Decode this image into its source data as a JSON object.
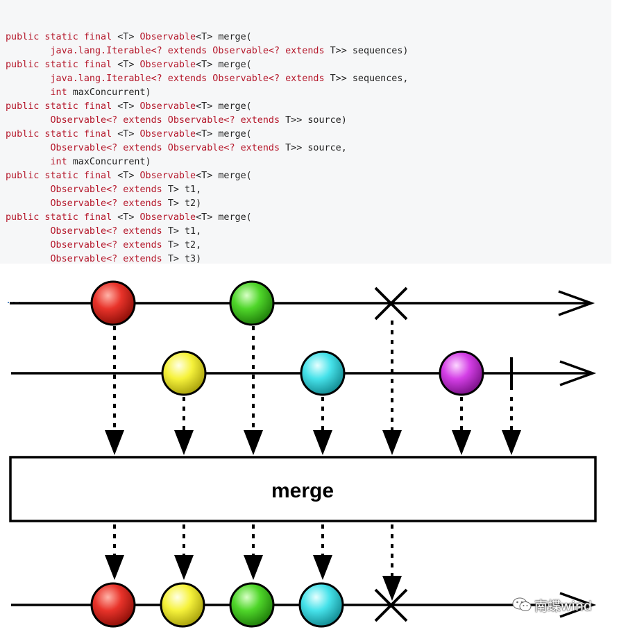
{
  "code": {
    "lines": [
      [
        {
          "k": "kw",
          "t": "public static final "
        },
        {
          "k": "tx",
          "t": "<T> "
        },
        {
          "k": "kw",
          "t": "Observable"
        },
        {
          "k": "tx",
          "t": "<T> merge("
        }
      ],
      [
        {
          "k": "tx",
          "t": "        "
        },
        {
          "k": "kw",
          "t": "java.lang.Iterable<? extends Observable<? extends "
        },
        {
          "k": "tx",
          "t": "T>> sequences)"
        }
      ],
      [
        {
          "k": "kw",
          "t": "public static final "
        },
        {
          "k": "tx",
          "t": "<T> "
        },
        {
          "k": "kw",
          "t": "Observable"
        },
        {
          "k": "tx",
          "t": "<T> merge("
        }
      ],
      [
        {
          "k": "tx",
          "t": "        "
        },
        {
          "k": "kw",
          "t": "java.lang.Iterable<? extends Observable<? extends "
        },
        {
          "k": "tx",
          "t": "T>> sequences,"
        }
      ],
      [
        {
          "k": "tx",
          "t": "        "
        },
        {
          "k": "kw",
          "t": "int "
        },
        {
          "k": "tx",
          "t": "maxConcurrent)"
        }
      ],
      [
        {
          "k": "kw",
          "t": "public static final "
        },
        {
          "k": "tx",
          "t": "<T> "
        },
        {
          "k": "kw",
          "t": "Observable"
        },
        {
          "k": "tx",
          "t": "<T> merge("
        }
      ],
      [
        {
          "k": "tx",
          "t": "        "
        },
        {
          "k": "kw",
          "t": "Observable<? extends Observable<? extends "
        },
        {
          "k": "tx",
          "t": "T>> source)"
        }
      ],
      [
        {
          "k": "kw",
          "t": "public static final "
        },
        {
          "k": "tx",
          "t": "<T> "
        },
        {
          "k": "kw",
          "t": "Observable"
        },
        {
          "k": "tx",
          "t": "<T> merge("
        }
      ],
      [
        {
          "k": "tx",
          "t": "        "
        },
        {
          "k": "kw",
          "t": "Observable<? extends Observable<? extends "
        },
        {
          "k": "tx",
          "t": "T>> source,"
        }
      ],
      [
        {
          "k": "tx",
          "t": "        "
        },
        {
          "k": "kw",
          "t": "int "
        },
        {
          "k": "tx",
          "t": "maxConcurrent)"
        }
      ],
      [
        {
          "k": "kw",
          "t": "public static final "
        },
        {
          "k": "tx",
          "t": "<T> "
        },
        {
          "k": "kw",
          "t": "Observable"
        },
        {
          "k": "tx",
          "t": "<T> merge("
        }
      ],
      [
        {
          "k": "tx",
          "t": "        "
        },
        {
          "k": "kw",
          "t": "Observable<? extends "
        },
        {
          "k": "tx",
          "t": "T> t1,"
        }
      ],
      [
        {
          "k": "tx",
          "t": "        "
        },
        {
          "k": "kw",
          "t": "Observable<? extends "
        },
        {
          "k": "tx",
          "t": "T> t2)"
        }
      ],
      [
        {
          "k": "kw",
          "t": "public static final "
        },
        {
          "k": "tx",
          "t": "<T> "
        },
        {
          "k": "kw",
          "t": "Observable"
        },
        {
          "k": "tx",
          "t": "<T> merge("
        }
      ],
      [
        {
          "k": "tx",
          "t": "        "
        },
        {
          "k": "kw",
          "t": "Observable<? extends "
        },
        {
          "k": "tx",
          "t": "T> t1,"
        }
      ],
      [
        {
          "k": "tx",
          "t": "        "
        },
        {
          "k": "kw",
          "t": "Observable<? extends "
        },
        {
          "k": "tx",
          "t": "T> t2,"
        }
      ],
      [
        {
          "k": "tx",
          "t": "        "
        },
        {
          "k": "kw",
          "t": "Observable<? extends "
        },
        {
          "k": "tx",
          "t": "T> t3)"
        }
      ]
    ],
    "ellipsis": "..."
  },
  "diagram": {
    "operator_label": "merge",
    "marble_colors": {
      "red": "#e8332a",
      "green": "#4fd62a",
      "yellow": "#f6f23b",
      "cyan": "#46e2ea",
      "magenta": "#d43fe6"
    },
    "input_stream_1": [
      "red",
      "green",
      "error-x"
    ],
    "input_stream_2": [
      "yellow",
      "cyan",
      "magenta",
      "complete-bar"
    ],
    "output_stream": [
      "red",
      "yellow",
      "green",
      "cyan",
      "error-x"
    ]
  },
  "watermark": {
    "text": "南蝶wind",
    "icon": "wechat-icon"
  }
}
